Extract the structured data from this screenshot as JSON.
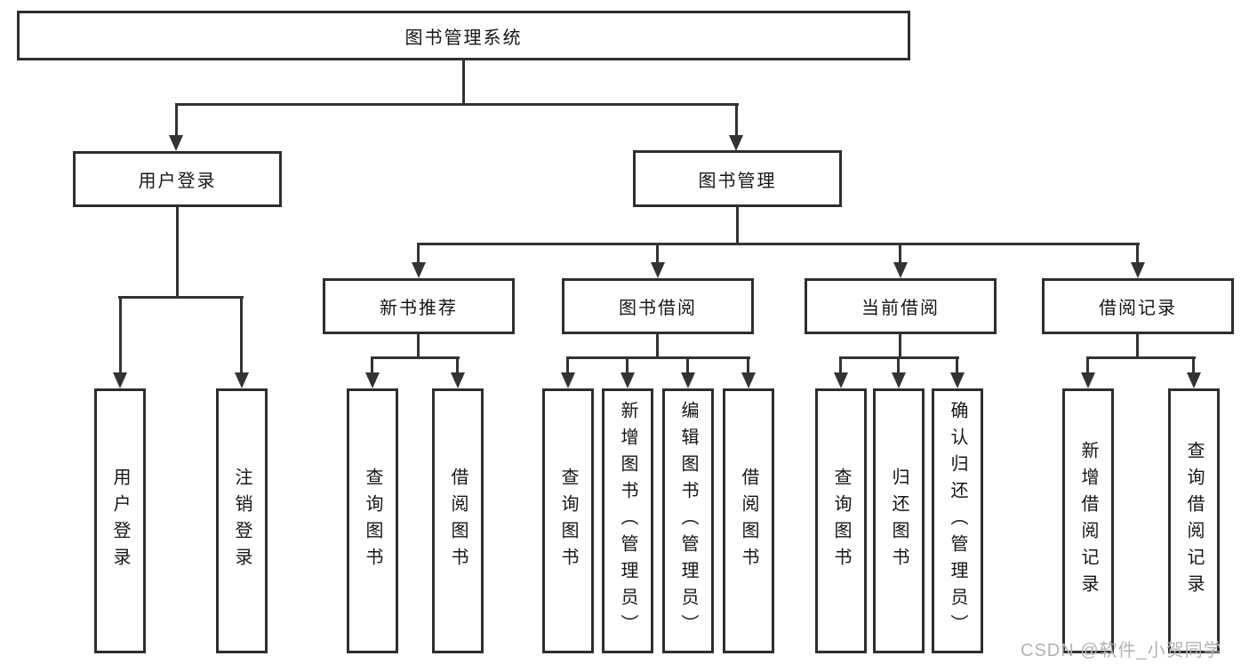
{
  "colors": {
    "background": "#ffffff",
    "line": "#333333",
    "box_border": "#2e2e2e",
    "text": "#161616",
    "watermark": "#b2b2b2"
  },
  "tree": {
    "root": {
      "label": "图书管理系统",
      "children": [
        {
          "label": "用户登录",
          "children": [
            {
              "label": "用户登录"
            },
            {
              "label": "注销登录"
            }
          ]
        },
        {
          "label": "图书管理",
          "children": [
            {
              "label": "新书推荐",
              "children": [
                {
                  "label": "查询图书"
                },
                {
                  "label": "借阅图书"
                }
              ]
            },
            {
              "label": "图书借阅",
              "children": [
                {
                  "label": "查询图书"
                },
                {
                  "label": "新增图书（管理员）"
                },
                {
                  "label": "编辑图书（管理员）"
                },
                {
                  "label": "借阅图书"
                }
              ]
            },
            {
              "label": "当前借阅",
              "children": [
                {
                  "label": "查询图书"
                },
                {
                  "label": "归还图书"
                },
                {
                  "label": "确认归还（管理员）"
                }
              ]
            },
            {
              "label": "借阅记录",
              "children": [
                {
                  "label": "新增借阅记录"
                },
                {
                  "label": "查询借阅记录"
                }
              ]
            }
          ]
        }
      ]
    }
  },
  "watermark": {
    "text": "CSDN @软件_小贺同学"
  }
}
